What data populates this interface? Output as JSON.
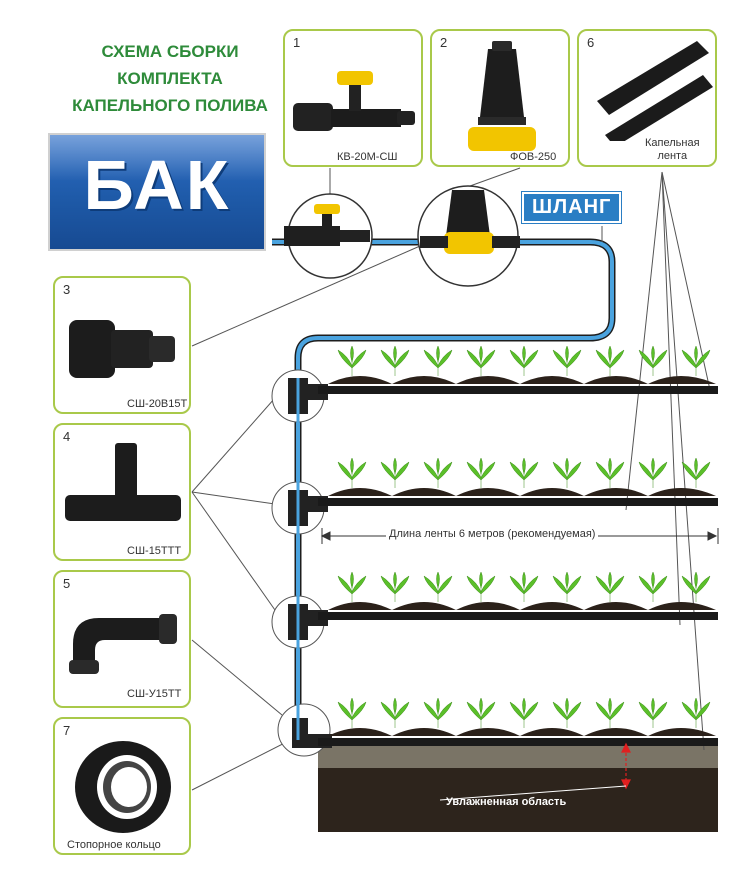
{
  "title": [
    "СХЕМА СБОРКИ",
    "КОМПЛЕКТА",
    "КАПЕЛЬНОГО ПОЛИВА"
  ],
  "tank_label": "БАК",
  "hose_label": "ШЛАНГ",
  "parts": [
    {
      "num": "1",
      "caption": "КВ-20М-СШ"
    },
    {
      "num": "2",
      "caption": "ФОВ-250"
    },
    {
      "num": "6",
      "caption": "Капельная\nлента"
    },
    {
      "num": "3",
      "caption": "СШ-20В15Т"
    },
    {
      "num": "4",
      "caption": "СШ-15ТТТ"
    },
    {
      "num": "5",
      "caption": "СШ-У15ТТ"
    },
    {
      "num": "7",
      "caption": "Стопорное кольцо"
    }
  ],
  "length_note": "Длина ленты 6 метров (рекомендуемая)",
  "moist_note": "Увлажненная область",
  "colors": {
    "title": "#2e8b3a",
    "card_border": "#a9c94a",
    "hose": "#4aa3df",
    "tank": "#1e5aa8",
    "soil": "#2b211a",
    "plant": "#5bbf2a"
  }
}
